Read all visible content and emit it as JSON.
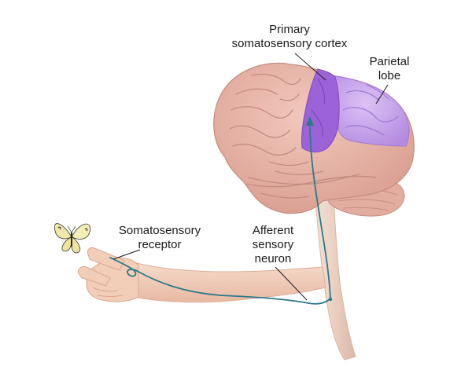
{
  "labels": {
    "primary_cortex": {
      "line1": "Primary",
      "line2": "somatosensory cortex"
    },
    "parietal_lobe": {
      "line1": "Parietal",
      "line2": "lobe"
    },
    "receptor": {
      "line1": "Somatosensory",
      "line2": "receptor"
    },
    "afferent_neuron": {
      "line1": "Afferent",
      "line2": "sensory",
      "line3": "neuron"
    }
  },
  "colors": {
    "brain_base": "#e9b8ab",
    "brain_fold": "#c88f83",
    "cortex_strip": "#9c63d8",
    "parietal_lobe": "#c9a6ec",
    "skin": "#f2cdb8",
    "spinal_cord": "#efd9cd",
    "neuron_path": "#2b7a8a",
    "leader_line": "#1a1a1a",
    "butterfly": "#f0e8a8"
  }
}
